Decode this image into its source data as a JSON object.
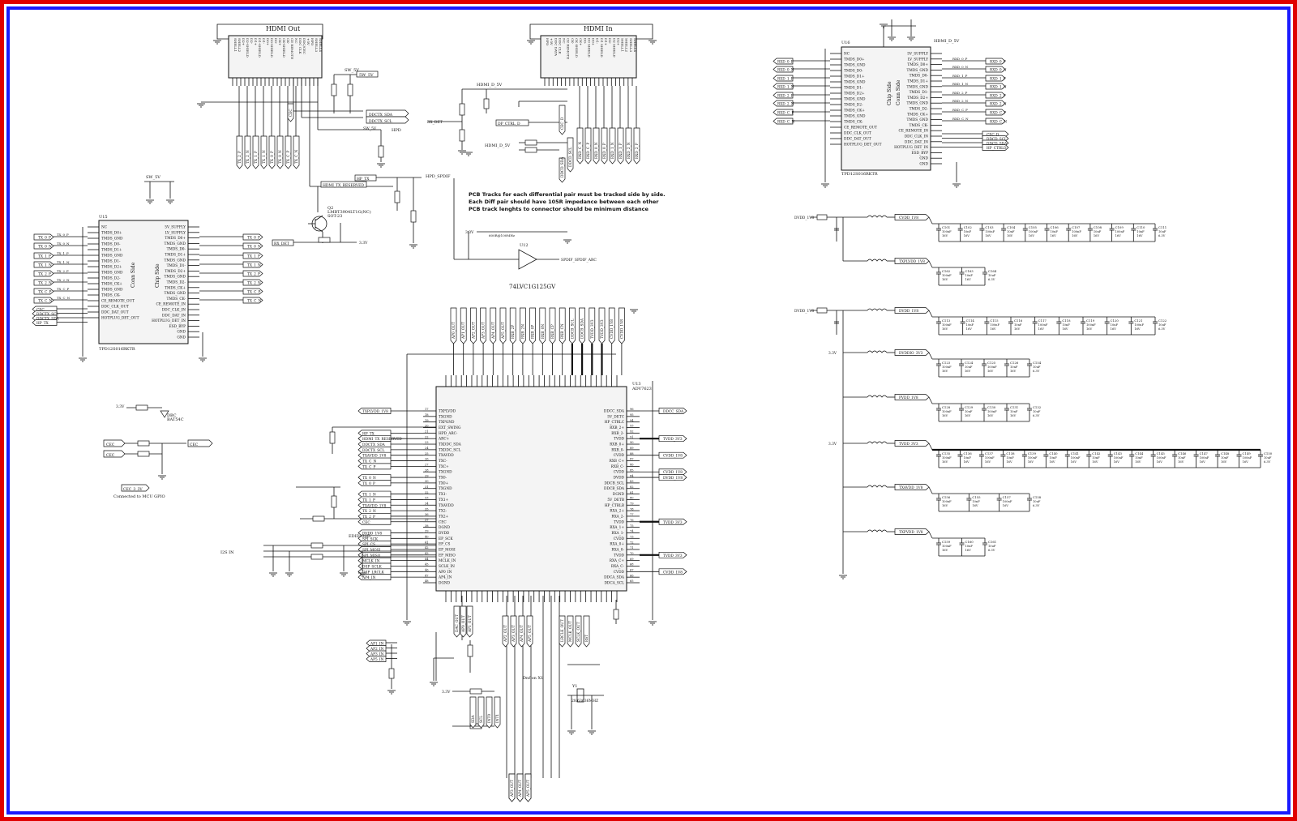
{
  "frame": {
    "outer_color": "#e00000",
    "inner_color": "#1a1aff"
  },
  "hdmi_out": {
    "title": "HDMI Out",
    "pins": [
      "SHELL1",
      "SHELL2",
      "D2+",
      "D2-SHIELD",
      "D2-",
      "D1+",
      "D1-SHIELD",
      "D1-",
      "D0+",
      "D0-SHIELD",
      "D0-",
      "CK+",
      "CK-SHIELD",
      "CK-",
      "CE REMOTE",
      "NC",
      "DDC CLK",
      "DDC/CEC",
      "+5V",
      "HPD",
      "SHELL3",
      "SHELL4"
    ]
  },
  "hdmi_in": {
    "title": "HDMI In",
    "pins": [
      "HPD",
      "+5V",
      "DDC DATA",
      "DDC CLK",
      "NC",
      "CE REMOTE",
      "CK-",
      "CK SHIELD",
      "CK+",
      "D0-",
      "D0 SHIELD",
      "D0+",
      "D1-",
      "D1 SHIELD",
      "D1+",
      "D2-",
      "D2 SHIELD",
      "D2+",
      "SHELL1",
      "SHELL2",
      "SHELL3",
      "SHELL4"
    ]
  },
  "u15": {
    "ref": "U15",
    "part": "TPD12S016RKTR",
    "left_pins": [
      "NC",
      "TMDS_D0+",
      "TMDS_GND",
      "TMDS_D0-",
      "TMDS_D1+",
      "TMDS_GND",
      "TMDS_D1-",
      "TMDS_D2+",
      "TMDS_GND",
      "TMDS_D2-",
      "TMDS_CK+",
      "TMDS_GND",
      "TMDS_CK-",
      "CE_REMOTE_OUT",
      "DDC_CLK_OUT",
      "DDC_DAT_OUT",
      "HOTPLUG_DET_OUT"
    ],
    "right_pins": [
      "5V_SUPPLY",
      "LV_SUPPLY",
      "TMDS_D0+",
      "TMDS_GND",
      "TMDS_D0-",
      "TMDS_D1+",
      "TMDS_GND",
      "TMDS_D1-",
      "TMDS_D2+",
      "TMDS_GND",
      "TMDS_D2-",
      "TMDS_CK+",
      "TMDS_GND",
      "TMDS_CK-",
      "CE_REMOTE_IN",
      "DDC_CLK_IN",
      "DDC_DAT_IN",
      "HOTPLUG_DET_IN",
      "ESD_BYP",
      "GND",
      "GND"
    ],
    "side_left": "Conn Side",
    "side_right": "Chip Side"
  },
  "u16": {
    "ref": "U16",
    "part": "TPD12S016RKTR",
    "left_pins": [
      "NC",
      "TMDS_D0+",
      "TMDS_GND",
      "TMDS_D0-",
      "TMDS_D1+",
      "TMDS_GND",
      "TMDS_D1-",
      "TMDS_D2+",
      "TMDS_GND",
      "TMDS_D2-",
      "TMDS_CK+",
      "TMDS_GND",
      "TMDS_CK-",
      "CE_REMOTE_OUT",
      "DDC_CLK_OUT",
      "DDC_DAT_OUT",
      "HOTPLUG_DET_OUT"
    ],
    "right_pins": [
      "5V_SUPPLY",
      "LV_SUPPLY",
      "TMDS_D0+",
      "TMDS_GND",
      "TMDS_D0-",
      "TMDS_D1+",
      "TMDS_GND",
      "TMDS_D1-",
      "TMDS_D2+",
      "TMDS_GND",
      "TMDS_D2-",
      "TMDS_CK+",
      "TMDS_GND",
      "TMDS_CK-",
      "CE_REMOTE_IN",
      "DDC_CLK_IN",
      "DDC_DAT_IN",
      "HOTPLUG_DET_IN",
      "ESD_BYP",
      "GND",
      "GND"
    ],
    "side_left": "Chip Side",
    "side_right": "Conn Side"
  },
  "u13": {
    "ref": "U13",
    "part": "ADV7623",
    "left_pins": [
      "TXPLVDD",
      "TXGND",
      "TXPGND",
      "EXT_SWING",
      "HPD_ARC-",
      "ARC+",
      "TXDDC_SDA",
      "TXDDC_SCL",
      "TXAVDD",
      "TXC-",
      "TXC+",
      "TXGND",
      "TX0-",
      "TX0+",
      "TXGND",
      "TX1-",
      "TX1+",
      "TXAVDD",
      "TX2-",
      "TX2+",
      "CEC",
      "DGND",
      "DVDD",
      "EP_SCK",
      "EP_CS",
      "EP_MOSI",
      "EP_MISO",
      "MCLK_IN",
      "SCLK_IN",
      "AP0_IN",
      "AP4_IN",
      "DGND"
    ],
    "right_pins": [
      "DDCC_SDA",
      "5V_DETC",
      "HP_CTRLC",
      "RXB_2+",
      "RXB_2-",
      "TVDD",
      "RXB_0+",
      "RXB_0-",
      "CVDD",
      "RXB_C+",
      "RXB_C-",
      "CVDD",
      "DVDD",
      "DDCB_SCL",
      "DDCB_SDA",
      "DGND",
      "5V_DETB",
      "HP_CTRLB",
      "RXA_2+",
      "RXA_2-",
      "TVDD",
      "RXA_1+",
      "RXA_1-",
      "CVDD",
      "RXA_0+",
      "RXA_0-",
      "TVDD",
      "RXA_C+",
      "RXA_C-",
      "CVDD",
      "DDCA_SDA",
      "DDCA_SCL"
    ],
    "left_nets": [
      "TXPLVDD_1V8",
      "",
      "",
      "",
      "HP_TX",
      "HDMI_TX_RESERVED",
      "DDCTX_SDA",
      "DDCTX_SCL",
      "TXAVDD_1V8",
      "TX_C_N",
      "TX_C_P",
      "",
      "TX_0_N",
      "TX_0_P",
      "",
      "TX_1_N",
      "TX_1_P",
      "TXAVDD_1V8",
      "TX_2_N",
      "TX_2_P",
      "CEC",
      "",
      "DVDD_1V8",
      "SPI_SCK",
      "SPI_CS",
      "SPI_MOSI",
      "SPI_MISO",
      "MCLK_IN",
      "DSP_SCLK",
      "DSP_LRCLK",
      "AP4_IN",
      ""
    ],
    "right_nets": [
      "DDCC_SDA",
      "",
      "",
      "",
      "",
      "TVDD_3V3",
      "",
      "",
      "CVDD_1V8",
      "",
      "",
      "CVDD_1V8",
      "DVDD_1V8",
      "",
      "",
      "",
      "",
      "",
      "",
      "",
      "TVDD_3V3",
      "",
      "",
      "",
      "",
      "",
      "TVDD_3V3",
      "",
      "",
      "CVDD_1V8",
      "",
      ""
    ]
  },
  "labels": {
    "sw5v": "SW_5V",
    "sw5v_b": "5W_5V",
    "hdmi_d_5v": "HDMI_D_5V",
    "hpd": "HPD",
    "hp_tx": "HP_TX",
    "hdmi_tx_reserved": "HDMI_TX_RESERVED",
    "hpd_spdif": "HPD_SPDIF",
    "rx_det": "RX_DET",
    "dp_ctrl_d": "DP_CTRL_D",
    "q2": "Q2",
    "q2_part": "LMBT3904LT1G(NC)",
    "q2_pkg": "SOT-23",
    "ddctx_sda": "DDCTX_SDA",
    "ddctx_scl": "DDCTX_SCL",
    "v33": "3.3V",
    "u12": "U12",
    "u12_part": "74LVC1G125GV",
    "spdif_arc": "SPDIF_SPDIF_ARC",
    "ferrite": "600R@100MHz",
    "cec": "CEC",
    "cec_3v": "CEC_3_3V",
    "mcu_note": "Connected to MCU GPIO",
    "dbc": "DBC",
    "dbc_part": "BAT54C",
    "i2s_in": "I2S IN",
    "edid": "EDID/OSD",
    "note1": "PCB Tracks for each differential pair must be tracked side by side.",
    "note2": "Each Diff pair should have 105R impedance between each other",
    "note3": "PCB track lenghts to connector should be minimum distance",
    "xtal": "28.63636MHZ",
    "xtal_ref": "Y1",
    "dnp": "Dnf on X1"
  },
  "tx_nets": [
    "TX_0_P",
    "TX_0_N",
    "TX_1_P",
    "TX_1_N",
    "TX_2_P",
    "TX_2_N",
    "TX_C_P",
    "TX_C_N"
  ],
  "rxd_nets": [
    "RXD_0_P",
    "RXD_0_N",
    "RXD_1_P",
    "RXD_1_N",
    "RXD_2_P",
    "RXD_2_N",
    "RXD_C_P",
    "RXD_C_N"
  ],
  "u16_right_nets": [
    "CEC_D",
    "DDCD_SCL",
    "DDCD_SDA",
    "HP_CTRLD"
  ],
  "u15_left_nets": [
    "CEC",
    "DDCTX_SCL",
    "DDCTX_SDA",
    "HP_TX"
  ],
  "top_nets": [
    "AP0_OUT",
    "AP1_OUT",
    "AP2_OUT",
    "AP3_OUT",
    "AP4_OUT",
    "AP5_OUT",
    "RXB_2P",
    "RXB_2N",
    "RXB_0P",
    "RXB_0N",
    "RXB_CP",
    "RXB_CN",
    "DDCB_SCL",
    "DDCB_SDA",
    "TVDD_3V3",
    "TVDD_3V3",
    "CVDD_1V8",
    "CVDD_1V8"
  ],
  "power_rails": [
    {
      "input": "DVDD_1V8",
      "label": "CVDD_1V8",
      "caps": [
        "C101",
        "C102",
        "C103",
        "C104",
        "C105",
        "C106",
        "C107",
        "C108",
        "C109",
        "C110",
        "C111"
      ]
    },
    {
      "input": "",
      "label": "TXPLVDD_1V8",
      "caps": [
        "C162",
        "C163",
        "C164"
      ]
    },
    {
      "input": "DVDD_1V8",
      "label": "DVDD_1V8",
      "caps": [
        "C113",
        "C114",
        "C115",
        "C116",
        "C117",
        "C118",
        "C119",
        "C120",
        "C121",
        "C122"
      ]
    },
    {
      "input": "3.3V",
      "label": "DVDDIO_3V3",
      "caps": [
        "C123",
        "C124",
        "C125",
        "C126",
        "C154"
      ]
    },
    {
      "input": "",
      "label": "PVDD_1V8",
      "caps": [
        "C128",
        "C129",
        "C130",
        "C131",
        "C132"
      ]
    },
    {
      "input": "3.3V",
      "label": "TVDD_3V3",
      "caps": [
        "C135",
        "C136",
        "C137",
        "C138",
        "C139",
        "C140",
        "C141",
        "C142",
        "C143",
        "C144",
        "C145",
        "C146",
        "C147",
        "C148",
        "C149",
        "C150"
      ]
    },
    {
      "input": "",
      "label": "TXAVDD_1V8",
      "caps": [
        "C156",
        "C155",
        "C157",
        "C158"
      ]
    },
    {
      "input": "",
      "label": "TXPVDD_1V8",
      "caps": [
        "C159",
        "C160",
        "C161"
      ]
    }
  ],
  "cap_values": {
    "a": "100nF",
    "b": "10nF",
    "c": "16V",
    "d": "10uF",
    "e": "6.3V"
  },
  "bottom_nets": [
    "DAC_OUT",
    "AP0_OUT",
    "AP1_OUT",
    "AP2_OUT",
    "AP3_OUT",
    "AP4_OUT",
    "AP5_OUT",
    "LRCLK_OUT",
    "MCLK_OUT",
    "SCLK_OUT",
    "RST",
    "SDA",
    "SCL",
    "INT0",
    "INT1"
  ],
  "ap_in_nets": [
    "AP1_IN",
    "AP2_IN",
    "AP3_IN",
    "AP5_IN"
  ]
}
